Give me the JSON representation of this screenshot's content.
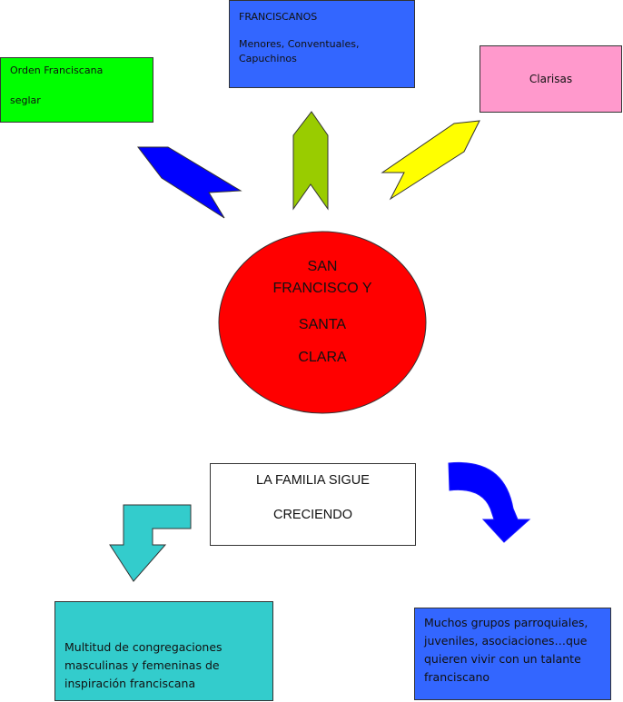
{
  "colors": {
    "franciscanos_fill": "#3366ff",
    "seglar_fill": "#00ff00",
    "clarisas_fill": "#ff99cc",
    "center_fill": "#ff0000",
    "congregaciones_fill": "#33cccc",
    "grupos_fill": "#3366ff",
    "arrow_blue": "#0000ff",
    "arrow_green": "#99cc00",
    "arrow_yellow": "#ffff00",
    "arrow_teal": "#33cccc"
  },
  "boxes": {
    "franciscanos": {
      "title": "FRANCISCANOS",
      "body": "Menores, Conventuales, Capuchinos"
    },
    "seglar": {
      "line1": "Orden Franciscana",
      "line2": "seglar"
    },
    "clarisas": {
      "label": "Clarisas"
    },
    "center": {
      "line1": "SAN",
      "line2": "FRANCISCO Y",
      "line3": "SANTA",
      "line4": "CLARA"
    },
    "familia": {
      "line1": "LA FAMILIA SIGUE",
      "line2": "CRECIENDO"
    },
    "congregaciones": {
      "text": "Multitud de congregaciones masculinas y femeninas de inspiración franciscana"
    },
    "grupos": {
      "text": "Muchos grupos parroquiales, juveniles, asociaciones…que quieren vivir con un talante franciscano"
    }
  }
}
